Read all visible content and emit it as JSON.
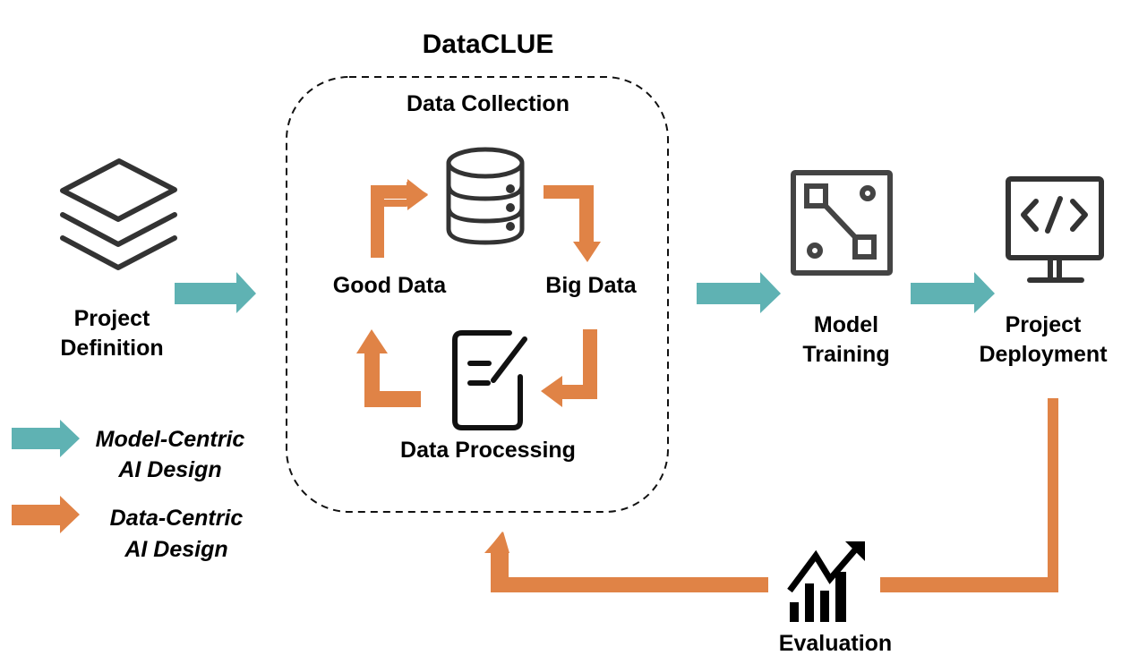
{
  "colors": {
    "model_centric": "#5fb2b3",
    "data_centric": "#e08346",
    "icon_dark": "#333333",
    "text": "#000000"
  },
  "title": "DataCLUE",
  "stages": {
    "project_definition": {
      "line1": "Project",
      "line2": "Definition",
      "icon": "layers-icon"
    },
    "data_collection": {
      "label": "Data Collection",
      "icon": "database-icon"
    },
    "good_data": {
      "label": "Good Data"
    },
    "big_data": {
      "label": "Big Data"
    },
    "data_processing": {
      "label": "Data Processing",
      "icon": "document-edit-icon"
    },
    "model_training": {
      "line1": "Model",
      "line2": "Training",
      "icon": "network-nodes-icon"
    },
    "project_deployment": {
      "line1": "Project",
      "line2": "Deployment",
      "icon": "monitor-code-icon"
    },
    "evaluation": {
      "label": "Evaluation",
      "icon": "chart-growth-icon"
    }
  },
  "legend": [
    {
      "line1": "Model-Centric",
      "line2": "AI Design",
      "color": "#5fb2b3"
    },
    {
      "line1": "Data-Centric",
      "line2": "AI Design",
      "color": "#e08346"
    }
  ]
}
